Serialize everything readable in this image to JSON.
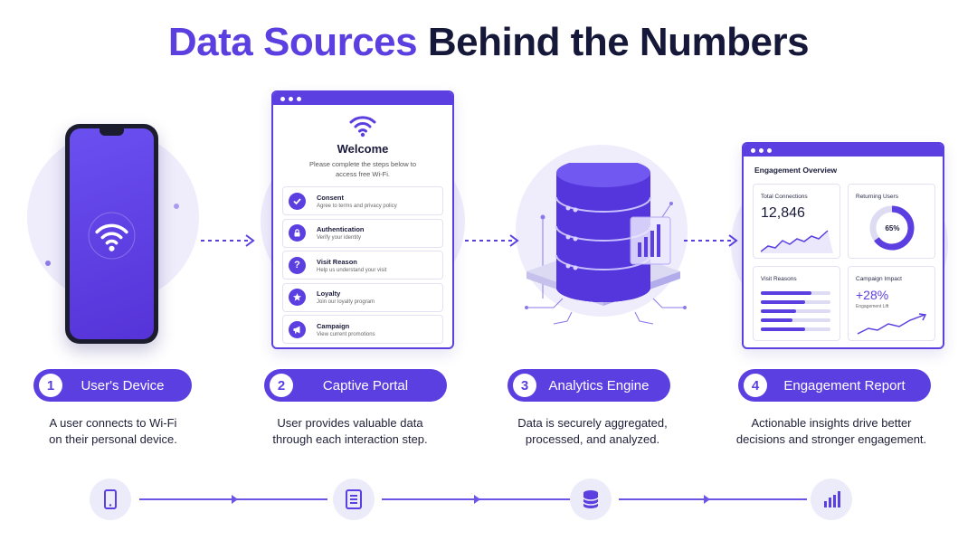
{
  "title": {
    "accent": "Data Sources",
    "rest": "Behind the Numbers"
  },
  "portal": {
    "welcome": "Welcome",
    "subtitle": "Please complete the steps below to access free Wi-Fi.",
    "steps": [
      {
        "title": "Consent",
        "desc": "Agree to terms and privacy policy",
        "icon": "check-icon"
      },
      {
        "title": "Authentication",
        "desc": "Verify your identity",
        "icon": "lock-icon"
      },
      {
        "title": "Visit Reason",
        "desc": "Help us understand your visit",
        "icon": "question-icon"
      },
      {
        "title": "Loyalty",
        "desc": "Join our loyalty program",
        "icon": "star-icon"
      },
      {
        "title": "Campaign",
        "desc": "View current promotions",
        "icon": "megaphone-icon"
      }
    ]
  },
  "report": {
    "title": "Engagement Overview",
    "total_label": "Total Connections",
    "total_value": "12,846",
    "returning_label": "Returning Users",
    "returning_value": "65%",
    "returning_fraction": 0.65,
    "visit_label": "Visit Reasons",
    "visit_bars": [
      0.73,
      0.63,
      0.5,
      0.45,
      0.63
    ],
    "campaign_label": "Campaign Impact",
    "campaign_value": "+28%",
    "campaign_caption": "Engagement Lift"
  },
  "stages": [
    {
      "num": "1",
      "label": "User's Device",
      "desc_line1": "A user connects to Wi-Fi",
      "desc_line2": "on their personal device."
    },
    {
      "num": "2",
      "label": "Captive Portal",
      "desc_line1": "User provides valuable data",
      "desc_line2": "through each interaction step."
    },
    {
      "num": "3",
      "label": "Analytics Engine",
      "desc_line1": "Data is securely aggregated,",
      "desc_line2": "processed, and analyzed."
    },
    {
      "num": "4",
      "label": "Engagement Report",
      "desc_line1": "Actionable insights drive better",
      "desc_line2": "decisions and stronger engagement."
    }
  ],
  "flow_icons": [
    "phone-icon",
    "document-icon",
    "database-icon",
    "bar-chart-icon"
  ],
  "colors": {
    "accent": "#5b3fe0",
    "dark": "#16183a",
    "halo": "#efedfb"
  }
}
